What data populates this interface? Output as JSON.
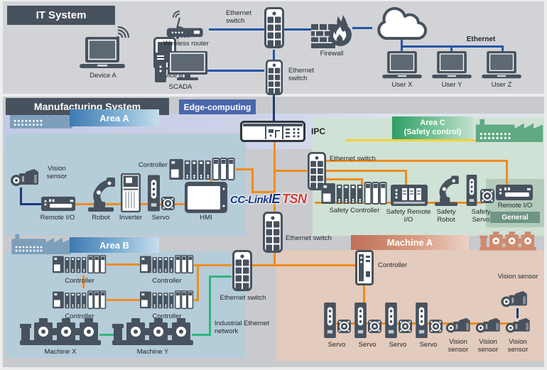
{
  "colors": {
    "it_line": "#2456a8",
    "device_link": "#1c3a7a",
    "tsn_line": "#f08c1e",
    "industrial_ethernet_line": "#2fb57c",
    "safety_line": "#f2d333",
    "banner_dark": "#47525e",
    "area_blue": "#3e7ab2",
    "area_green": "#2f9e66",
    "machine_salmon": "#bf7058",
    "edge_blue": "#4a67ac",
    "logo_blue": "#16338e",
    "logo_red": "#d23c3c"
  },
  "it_system": {
    "title": "IT System",
    "device_a": "Device A",
    "device_b": "Device B",
    "wireless_router": "Wireless router",
    "scada": "SCADA",
    "ethernet_switch": "Ethernet switch",
    "firewall": "Firewall",
    "ethernet": "Ethernet",
    "user_x": "User X",
    "user_y": "User Y",
    "user_z": "User Z"
  },
  "manufacturing": {
    "title": "Manufacturing System",
    "edge_computing": "Edge-computing",
    "ipc": "IPC",
    "logo": {
      "cclink": "CC-Link",
      "ie": "IE",
      "tsn": "TSN"
    },
    "labels": {
      "ethernet_switch": "Ethernet switch",
      "controller": "Controller",
      "servo": "Servo",
      "vision_sensor": "Vision sensor",
      "remote_io": "Remote I/O"
    },
    "area_a": {
      "title": "Area A",
      "robot": "Robot",
      "inverter": "Inverter",
      "hmi": "HMI"
    },
    "area_b": {
      "title": "Area B",
      "machine_x": "Machine X",
      "machine_y": "Machine Y",
      "industrial_ethernet": "Industrial Ethernet network"
    },
    "area_c": {
      "title_line1": "Area C",
      "title_line2": "(Safety control)",
      "safety_controller": "Safety Controller",
      "safety_remote_io": "Safety Remote I/O",
      "safety_robot": "Safety Robot",
      "safety_servo": "Safety Servo",
      "general": "General"
    },
    "machine_a": {
      "title": "Machine A"
    }
  }
}
